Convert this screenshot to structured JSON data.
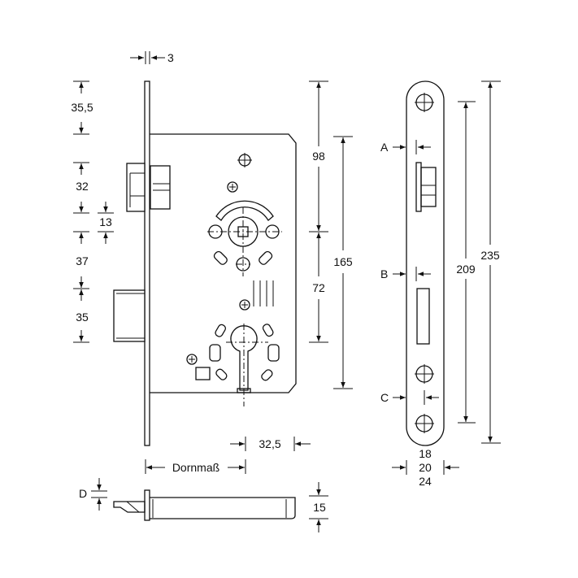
{
  "title": "Mortise lock technical drawing",
  "dimensions": {
    "faceplate_thickness": "3",
    "top_to_latch": "35,5",
    "latch_height": "32",
    "latch_gap": "13",
    "gap_to_bolt": "37",
    "bolt_height": "35",
    "top_to_follower": "98",
    "follower_to_cylinder": "72",
    "case_height": "165",
    "case_edge": "32,5",
    "backset": "Dornmaß",
    "d_label": "D",
    "case_depth": "15",
    "label_a": "A",
    "label_b": "B",
    "label_c": "C",
    "screw_spacing": "209",
    "faceplate_length": "235",
    "width_1": "18",
    "width_2": "20",
    "width_3": "24"
  },
  "colors": {
    "line": "#111111",
    "background": "#ffffff"
  }
}
